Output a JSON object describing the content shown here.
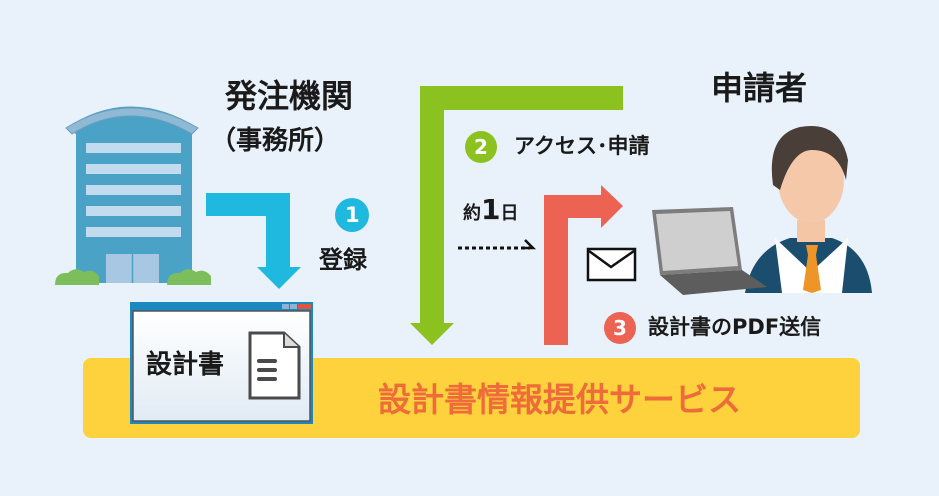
{
  "client": {
    "title": "発注機関",
    "subtitle": "（事務所）"
  },
  "applicant": {
    "title": "申請者"
  },
  "steps": [
    {
      "number": "1",
      "label": "登録",
      "color": "#1fb8de"
    },
    {
      "number": "2",
      "label": "アクセス･申請",
      "color": "#8cc21f"
    },
    {
      "number": "3",
      "label": "設計書のPDF送信",
      "color": "#ec6353"
    }
  ],
  "duration": {
    "prefix": "約",
    "number": "1",
    "suffix": "日"
  },
  "document": {
    "label": "設計書"
  },
  "service": {
    "label": "設計書情報提供サービス",
    "color": "#ee6c3a",
    "bar_color": "#fdd23c"
  }
}
